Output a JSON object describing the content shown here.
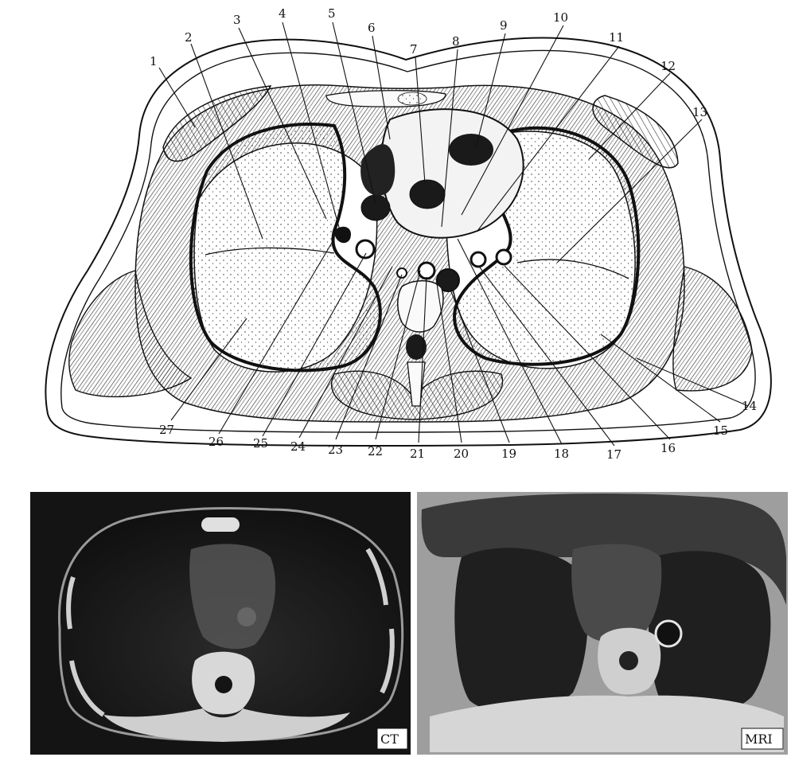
{
  "diagram": {
    "labels": [
      "1",
      "2",
      "3",
      "4",
      "5",
      "6",
      "7",
      "8",
      "9",
      "10",
      "11",
      "12",
      "13",
      "14",
      "15",
      "16",
      "17",
      "18",
      "19",
      "20",
      "21",
      "22",
      "23",
      "24",
      "25",
      "26",
      "27"
    ]
  },
  "panels": {
    "ct_label": "CT",
    "mri_label": "MRI"
  },
  "colors": {
    "ink": "#111111",
    "paper": "#ffffff",
    "scan_dark": "#1a1a1a",
    "scan_light": "#d8d8d8"
  }
}
